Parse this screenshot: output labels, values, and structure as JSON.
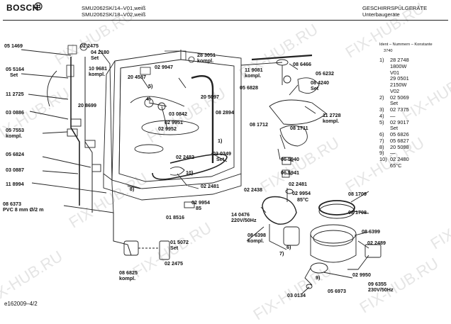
{
  "header": {
    "brand": "BOSCH",
    "models": [
      "SMU2062SK/14–V01,weiß",
      "SMU2062SK/18–V02,weiß"
    ],
    "category": [
      "GESCHIRRSPÜLGERÄTE",
      "Unterbaugeräte"
    ],
    "ident_header": "Ident – Nummern – Konstante",
    "ident_value": "3740"
  },
  "watermark": "FIX-HUB.RU",
  "labels": [
    "05 1469",
    "02 2475",
    "04 2180",
    "Set",
    "05 5164",
    "Set",
    "10 9681",
    "kompl.",
    "02 9947",
    "20 4587",
    "28 3051",
    "kompl.",
    "11 2725",
    "20 8699",
    "5)",
    "4)",
    "20 5097",
    "03 0886",
    "03 0842",
    "08 2894",
    "02 9951",
    "02 9952",
    "05 7553",
    "kompl.",
    "1)",
    "05 6824",
    "02 2482",
    "03 0349",
    "Set",
    "03 0887",
    "10)",
    "11 8994",
    "02 2481",
    "8)",
    "02 9954",
    "85",
    "01 8516",
    "08 6373",
    "PVC 8 mm Ø/2 m",
    "01 5072",
    "Set",
    "08 6825",
    "kompl.",
    "02 2475",
    "11 9081",
    "kompl.",
    "08 6466",
    "05 6232",
    "05 6828",
    "08 4240",
    "Set",
    "11 2728",
    "kompl.",
    "08 1712",
    "08 1711",
    "06 5940",
    "06 5941",
    "02 2481",
    "02 2438",
    "02 9954",
    "85°C",
    "08 1709",
    "08 1708",
    "14 0476",
    "220V/50Hz",
    "08 6398",
    "kompl.",
    "08 6399",
    "02 2489",
    "6)",
    "7)",
    "09 6355",
    "230V/50Hz",
    "02 9950",
    "03 0134",
    "05 6973",
    "9)"
  ],
  "legend": [
    [
      "1)",
      "28 2748"
    ],
    [
      "",
      "1800W"
    ],
    [
      "",
      "V01"
    ],
    [
      "",
      "29 0501"
    ],
    [
      "",
      "2150W"
    ],
    [
      "",
      "V02"
    ],
    [
      "2)",
      "02 5069"
    ],
    [
      "",
      "Set"
    ],
    [
      "3)",
      "02 7375"
    ],
    [
      "4)",
      "—"
    ],
    [
      "5)",
      "02 9017"
    ],
    [
      "",
      "Set"
    ],
    [
      "6)",
      "05 6826"
    ],
    [
      "7)",
      "05 6827"
    ],
    [
      "8)",
      "20 5098"
    ],
    [
      "9)",
      "—"
    ],
    [
      "10)",
      "02 2480"
    ],
    [
      "",
      "65°C"
    ]
  ],
  "doc_id": "e162009–4/2"
}
